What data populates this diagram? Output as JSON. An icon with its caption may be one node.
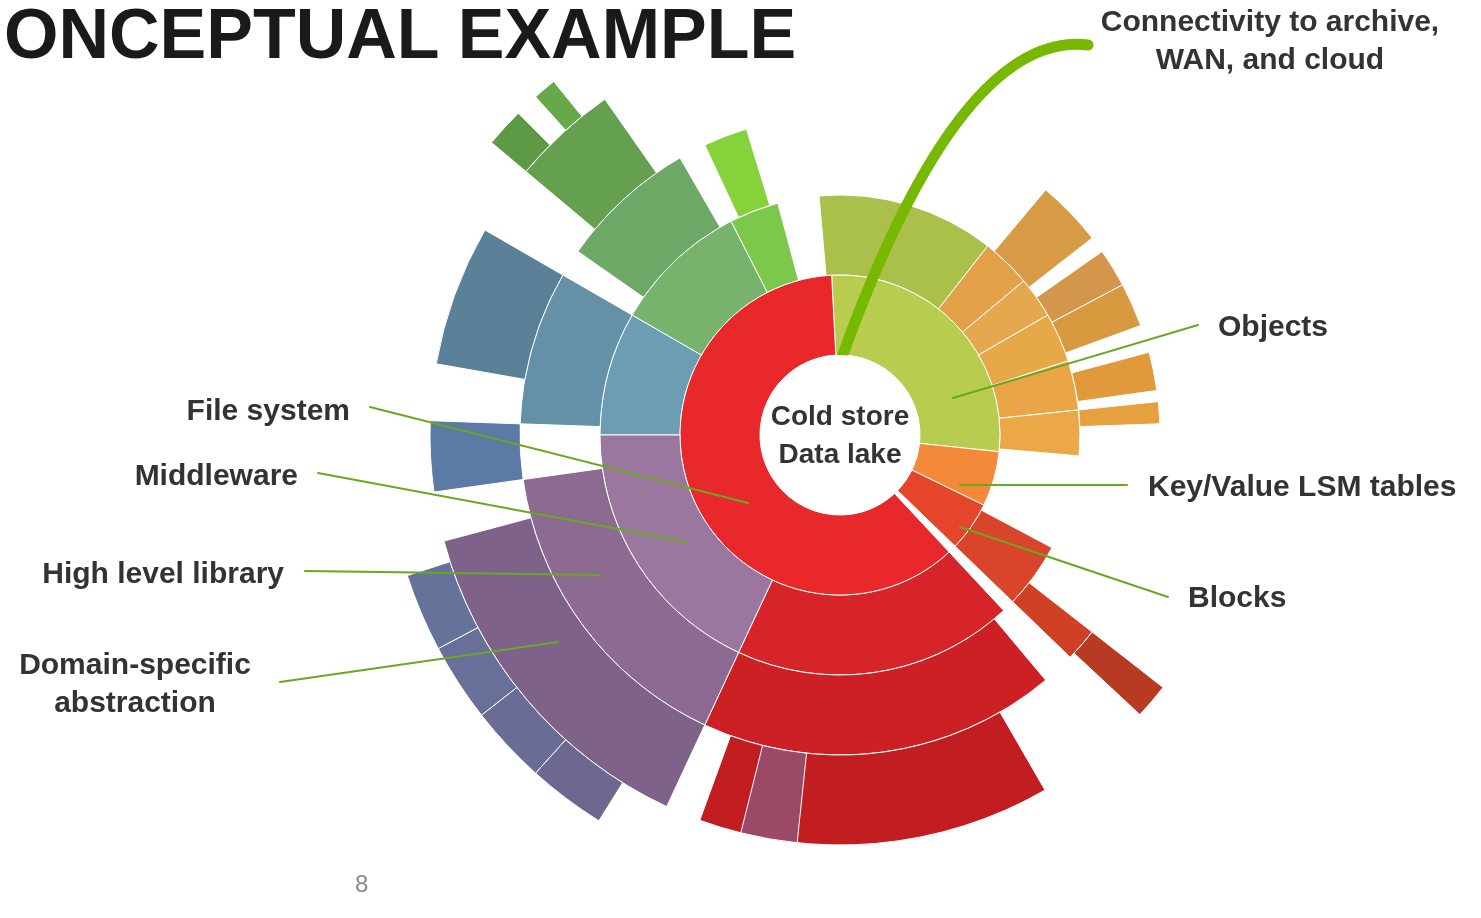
{
  "diagram": {
    "title": "ONCEPTUAL EXAMPLE",
    "nodes": [
      {
        "text": [
          "Cold store Data lake"
        ]
      },
      {
        "text": [
          "Connectivity to archive, WAN, and cloud"
        ]
      },
      {
        "text": [
          "Objects"
        ]
      },
      {
        "text": [],
        "shape": "wedge"
      },
      {
        "text": [
          "Key/Value LSM tables"
        ]
      },
      {
        "text": [],
        "shape": "wedge"
      },
      {
        "text": [
          "Blocks"
        ]
      },
      {
        "text": [],
        "shape": "wedge"
      },
      {
        "text": [
          "File system"
        ]
      },
      {
        "text": [],
        "shape": "wedge"
      },
      {
        "text": [
          "Middleware"
        ]
      },
      {
        "text": [],
        "shape": "wedge"
      },
      {
        "text": [
          "High level library"
        ]
      },
      {
        "text": [],
        "shape": "wedge"
      },
      {
        "text": [
          "Domain-specific abstraction"
        ]
      },
      {
        "text": [],
        "shape": "wedge"
      }
    ],
    "edges": [
      {
        "from": 1,
        "to": 0,
        "arrow": "none",
        "style": "thick",
        "color": "#76b900"
      },
      {
        "from": 2,
        "to": 3,
        "arrow": "none"
      },
      {
        "from": 4,
        "to": 5,
        "arrow": "none"
      },
      {
        "from": 6,
        "to": 7,
        "arrow": "none"
      },
      {
        "from": 8,
        "to": 9,
        "arrow": "none"
      },
      {
        "from": 10,
        "to": 11,
        "arrow": "none"
      },
      {
        "from": 12,
        "to": 13,
        "arrow": "none"
      },
      {
        "from": 14,
        "to": 15,
        "arrow": "none"
      }
    ],
    "labels": [
      "8"
    ]
  }
}
